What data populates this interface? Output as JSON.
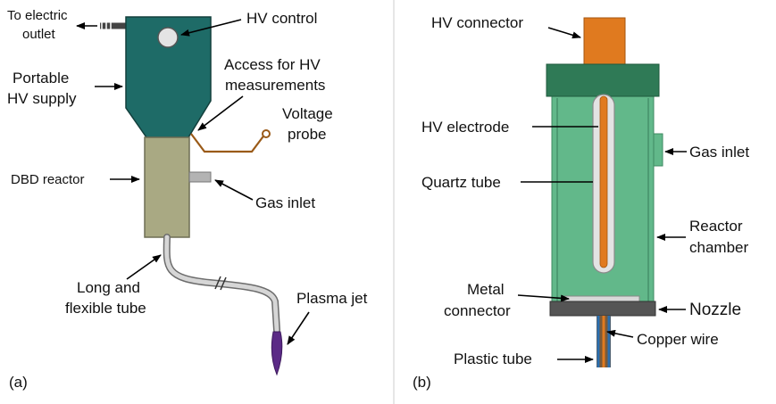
{
  "panel_a": {
    "tag": "(a)",
    "labels": {
      "outlet_1": "To electric",
      "outlet_2": "outlet",
      "hv_control": "HV control",
      "supply_1": "Portable",
      "supply_2": "HV supply",
      "access_1": "Access for HV",
      "access_2": "measurements",
      "probe_1": "Voltage",
      "probe_2": "probe",
      "reactor": "DBD reactor",
      "gas_inlet": "Gas inlet",
      "tube_1": "Long and",
      "tube_2": "flexible tube",
      "plasma": "Plasma jet"
    },
    "colors": {
      "supply": "#1e6b67",
      "reactor": "#a9a983",
      "probe_wire": "#9a5a18",
      "plasma": "#5b2a86"
    }
  },
  "panel_b": {
    "tag": "(b)",
    "labels": {
      "hv_connector": "HV connector",
      "hv_electrode": "HV electrode",
      "quartz_tube": "Quartz tube",
      "gas_inlet": "Gas inlet",
      "chamber_1": "Reactor",
      "chamber_2": "chamber",
      "metal_1": "Metal",
      "metal_2": "connector",
      "nozzle": "Nozzle",
      "copper_wire": "Copper wire",
      "plastic_tube": "Plastic tube"
    },
    "colors": {
      "chamber": "#62b88a",
      "cap": "#2f7a56",
      "connector": "#e07a1f",
      "nozzle": "#555555",
      "wire_blue": "#2a6fb0"
    }
  }
}
